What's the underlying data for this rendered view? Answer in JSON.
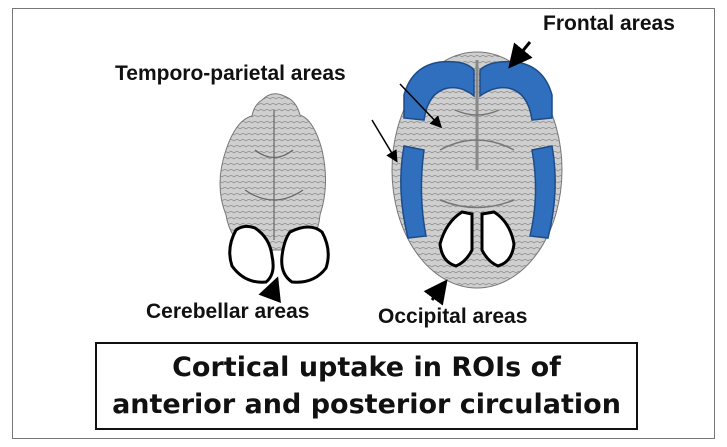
{
  "labels": {
    "frontal": "Frontal areas",
    "temporo_parietal": "Temporo-parietal areas",
    "cerebellar": "Cerebellar areas",
    "occipital": "Occipital areas"
  },
  "caption": {
    "line1": "Cortical uptake in ROIs of",
    "line2": "anterior and posterior circulation"
  },
  "colors": {
    "roi_fill": "#2f6fbe",
    "outline": "#000000",
    "brain_gray": "#bdbdbd"
  }
}
